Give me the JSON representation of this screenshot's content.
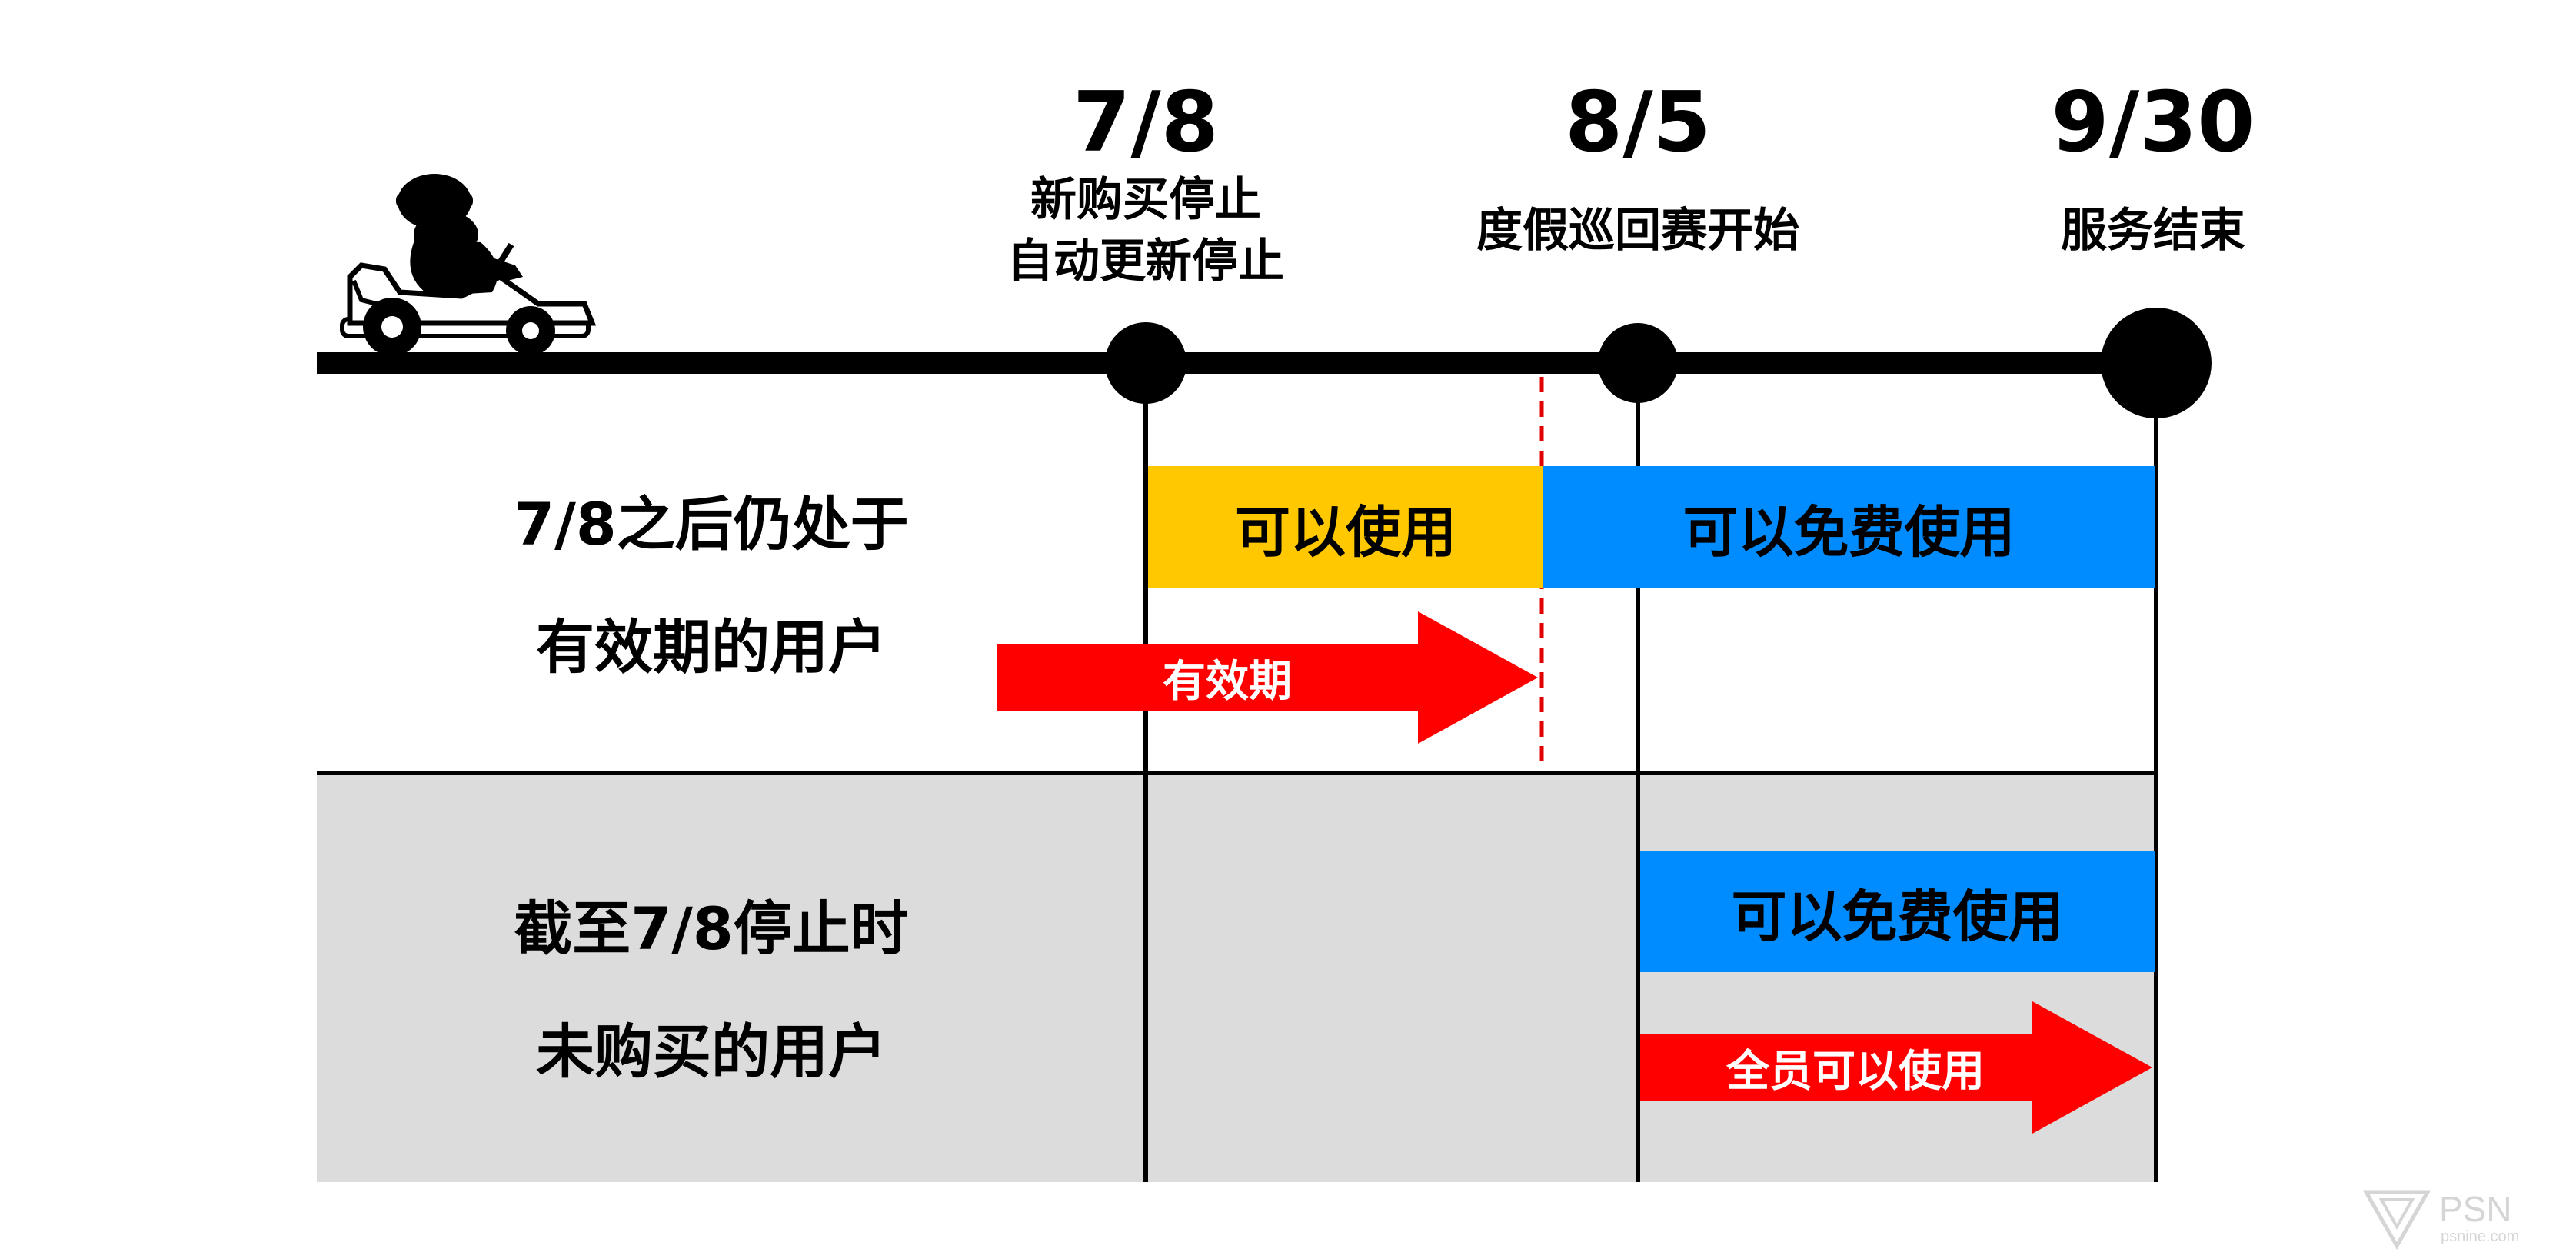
{
  "milestones": [
    {
      "date": "7/8",
      "lines": [
        "新购买停止",
        "自动更新停止"
      ]
    },
    {
      "date": "8/5",
      "lines": [
        "度假巡回赛开始"
      ]
    },
    {
      "date": "9/30",
      "lines": [
        "服务结束"
      ]
    }
  ],
  "rows": [
    {
      "label_lines": [
        "7/8之后仍处于",
        "有效期的用户"
      ]
    },
    {
      "label_lines": [
        "截至7/8停止时",
        "未购买的用户"
      ]
    }
  ],
  "bars": {
    "row1_yellow": "可以使用",
    "row1_blue": "可以免费使用",
    "row2_blue": "可以免费使用"
  },
  "arrows": {
    "row1": "有效期",
    "row2": "全员可以使用"
  },
  "colors": {
    "yellow": "#ffc800",
    "blue": "#008cff",
    "red": "#ff0000",
    "gray_band": "#dcdcdc",
    "dashed_line": "#e00000"
  },
  "icons": {
    "kart": "kart-driver-icon",
    "watermark": "psn-logo"
  },
  "watermark": {
    "brand": "PSN",
    "domain": "psnine.com"
  }
}
